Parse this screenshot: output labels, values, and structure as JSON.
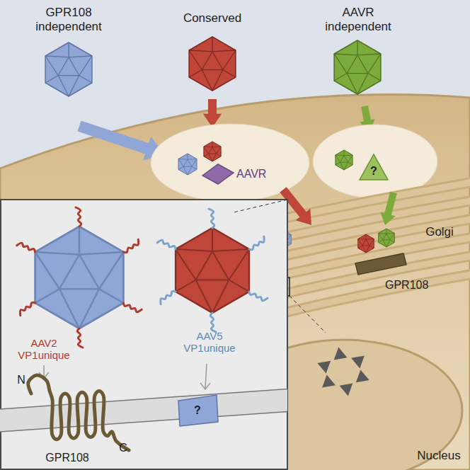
{
  "diagram": {
    "nodes": [
      {
        "text": [
          "AAVR"
        ]
      },
      {
        "text": [
          "?"
        ]
      },
      {
        "text": [
          "GPR108"
        ]
      },
      {
        "text": [
          "?"
        ]
      }
    ],
    "labels": [
      "GPR108 independent",
      "Conserved",
      "AAVR independent",
      "Golgi",
      "AAV2 VP1unique",
      "AAV5 VP1unique",
      "N",
      "C",
      "GPR108",
      "Nucleus"
    ]
  }
}
